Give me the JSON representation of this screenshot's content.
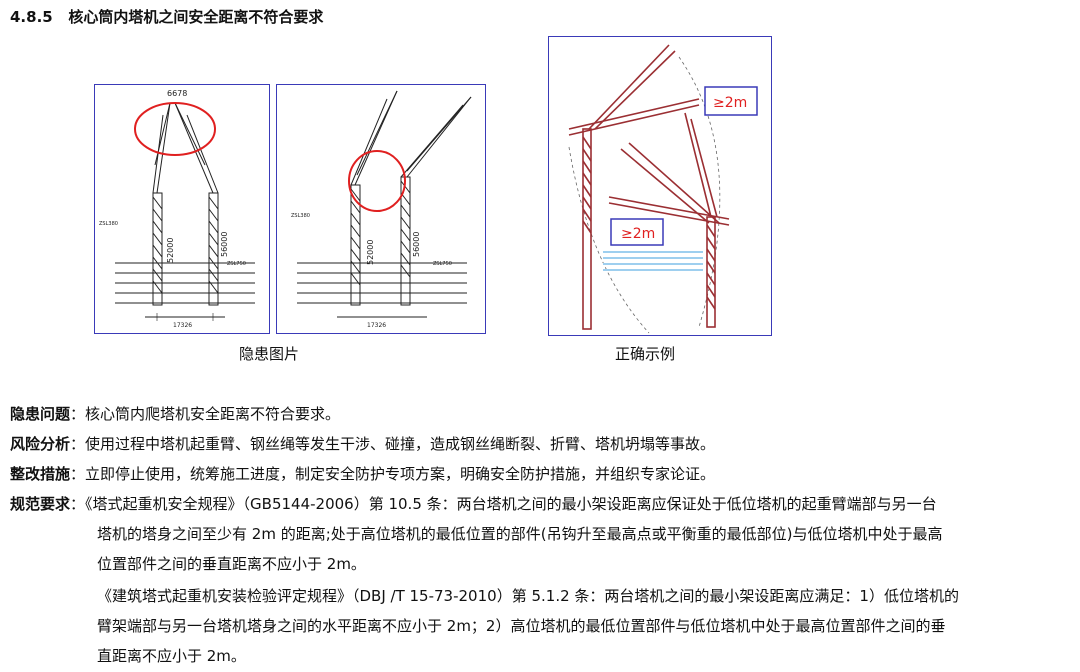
{
  "section": {
    "number": "4.8.5",
    "title": "核心筒内塔机之间安全距离不符合要求"
  },
  "figures": {
    "fig1": {
      "top_dim": "6678",
      "left_label": "ZSL380",
      "right_label": "ZSL750",
      "height1": "52000",
      "height2": "56000",
      "bottom_dim": "17326"
    },
    "fig2": {
      "left_label": "ZSL380",
      "right_label": "ZSL750",
      "height1": "52000",
      "height2": "56000",
      "bottom_dim": "17326"
    },
    "fig3": {
      "label1": "≥2m",
      "label2": "≥2m"
    },
    "caption_hazard": "隐患图片",
    "caption_correct": "正确示例"
  },
  "items": [
    {
      "label": "隐患问题",
      "text": "核心筒内爬塔机安全距离不符合要求。"
    },
    {
      "label": "风险分析",
      "text": "使用过程中塔机起重臂、钢丝绳等发生干涉、碰撞，造成钢丝绳断裂、折臂、塔机坍塌等事故。"
    },
    {
      "label": "整改措施",
      "text": "立即停止使用，统筹施工进度，制定安全防护专项方案，明确安全防护措施，并组织专家论证。"
    },
    {
      "label": "规范要求",
      "text": "《塔式起重机安全规程》（GB5144-2006）第 10.5 条：两台塔机之间的最小架设距离应保证处于低位塔机的起重臂端部与另一台"
    }
  ],
  "continuation": [
    "塔机的塔身之间至少有 2m 的距离;处于高位塔机的最低位置的部件(吊钩升至最高点或平衡重的最低部位)与低位塔机中处于最高",
    "位置部件之间的垂直距离不应小于 2m。",
    "《建筑塔式起重机安装检验评定规程》（DBJ /T 15-73-2010）第 5.1.2 条：两台塔机之间的最小架设距离应满足：1）低位塔机的",
    "臂架端部与另一台塔机塔身之间的水平距离不应小于 2m；2）高位塔机的最低位置部件与低位塔机中处于最高位置部件之间的垂",
    "直距离不应小于 2m。"
  ],
  "colors": {
    "frame": "#3a3ab8",
    "circle": "#e02020",
    "crane_red": "#9b2f33",
    "label_red": "#e02020"
  }
}
